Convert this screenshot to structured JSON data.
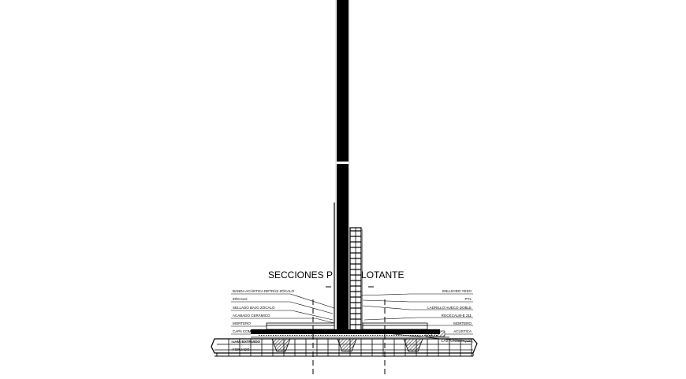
{
  "drawing": {
    "title": "SECCIONES PISO FLOTANTE",
    "title_visible_left": "SECCIONES P",
    "title_visible_right": "LOTANTE",
    "left_labels": [
      "BANDA ACÚSTICA DETRÁS ZÓCALO",
      "ZÓCALO",
      "SELLADO BAJO ZÓCALO",
      "ACABADO CERÁMICO",
      "MORTERO",
      "CAPA COMPRESIÓN",
      "LAM. EXTRUIDO",
      "FORJADO"
    ],
    "right_labels": [
      "ENLUCIDO YESO",
      "PYL",
      "LADRILLO HUECO DOBLE",
      "ROCKCALM-E 211",
      "MORTERO",
      "ACÚSTICA",
      "CASTÓN/BLOQUE"
    ],
    "colors": {
      "background": "#ffffff",
      "ink": "#000000",
      "hatch": "#555555"
    }
  }
}
